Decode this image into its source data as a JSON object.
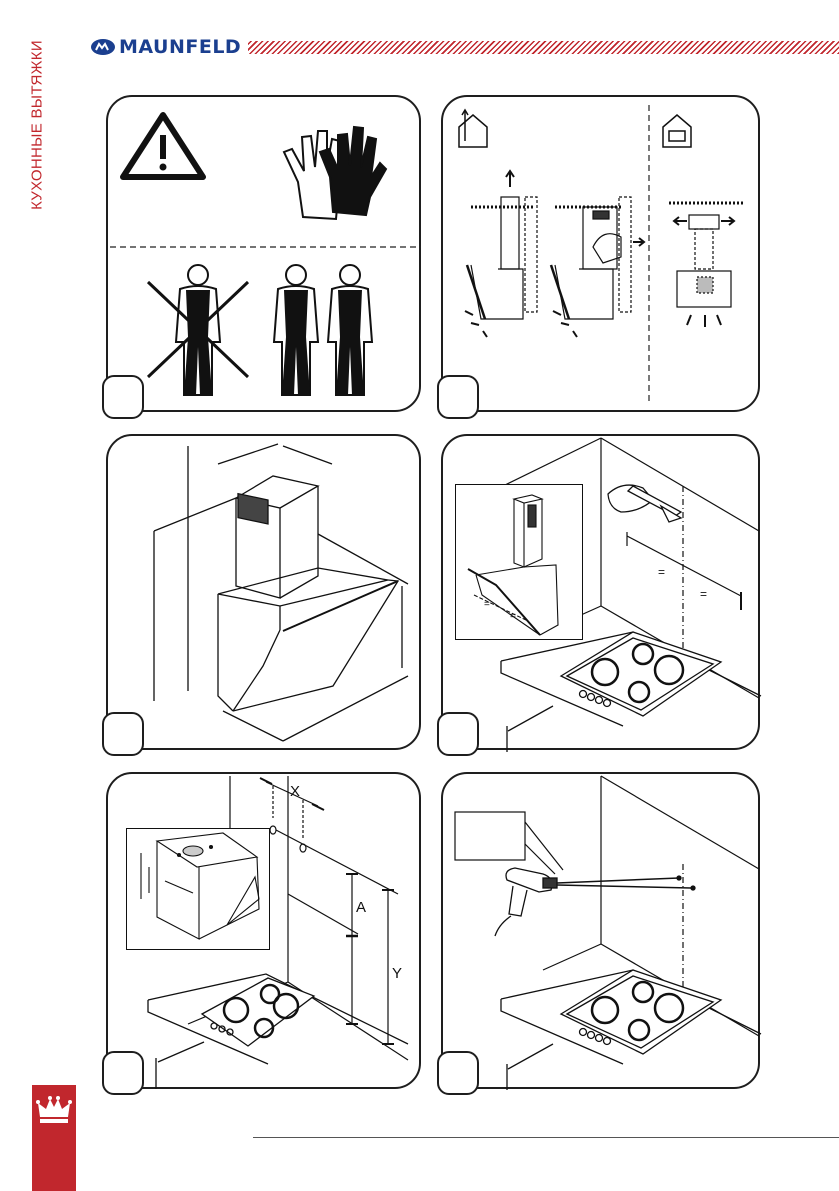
{
  "header": {
    "side_title": "КУХОННЫЕ ВЫТЯЖКИ",
    "brand_name": "MAUNFELD",
    "brand_logo_icon": "maunfeld-logo-icon",
    "accent_color": "#c1272d",
    "brand_color": "#1b3f8f"
  },
  "panels": [
    {
      "id": "safety",
      "icons": [
        "warning-icon",
        "gloves-icon",
        "crossed-out-person-icon",
        "two-people-icon"
      ]
    },
    {
      "id": "modes",
      "icons": [
        "house-exhaust-icon",
        "house-recirculation-icon"
      ]
    },
    {
      "id": "dimensions",
      "icons": [
        "hood-dimensions-drawing"
      ]
    },
    {
      "id": "marking",
      "icons": [
        "hand-pencil-icon",
        "hood-inset-drawing",
        "hob-icon"
      ]
    },
    {
      "id": "height",
      "labels": {
        "x": "X",
        "a": "A",
        "y": "Y"
      }
    },
    {
      "id": "drilling",
      "icons": [
        "drill-icon",
        "hob-icon"
      ]
    }
  ],
  "footer": {
    "crown_icon": "crown-icon"
  }
}
